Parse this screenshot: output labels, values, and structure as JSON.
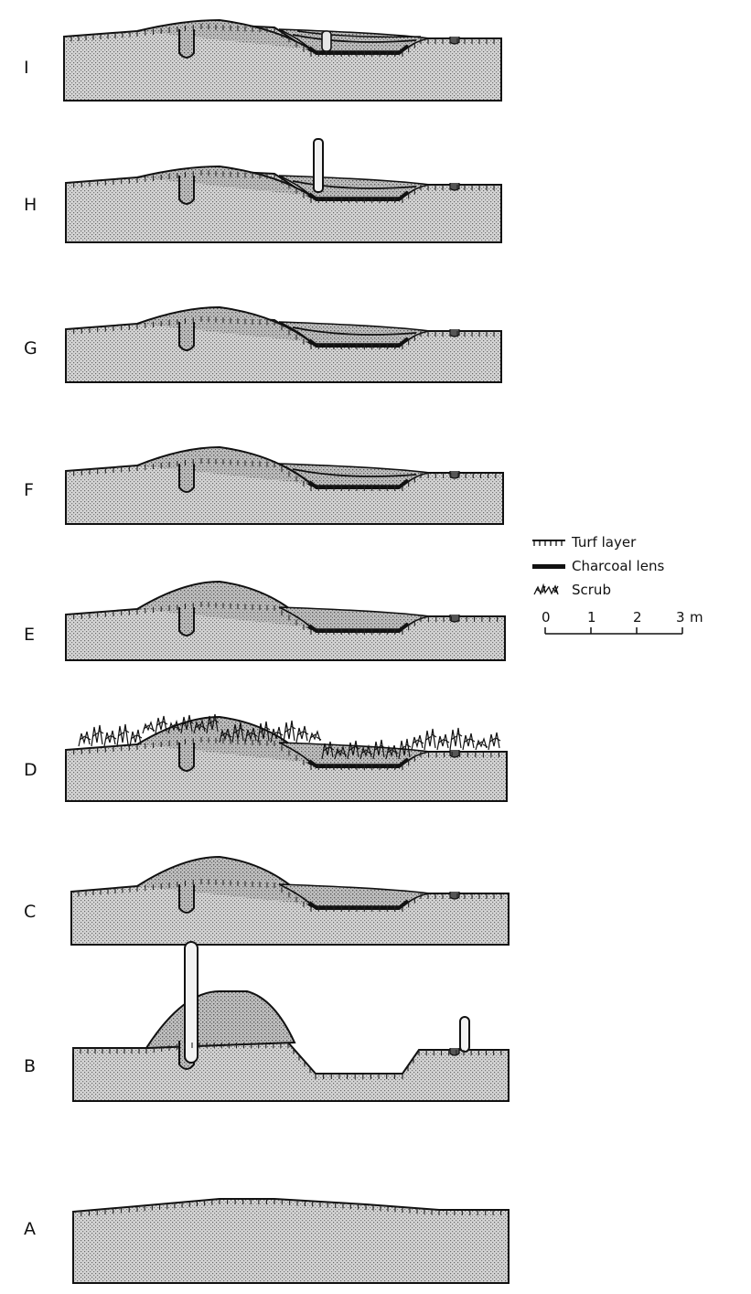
{
  "phases": [
    {
      "id": "I",
      "label": "I",
      "turf": true,
      "charcoal": true,
      "pit_fill": "three_layers",
      "post_small": true,
      "scrub": false
    },
    {
      "id": "H",
      "label": "H",
      "turf": true,
      "charcoal": true,
      "pit_fill": "two_layers",
      "post_tall": true,
      "scrub": false
    },
    {
      "id": "G",
      "label": "G",
      "turf": true,
      "charcoal": true,
      "pit_fill": "two_layers",
      "scrub": false
    },
    {
      "id": "F",
      "label": "F",
      "turf": true,
      "charcoal": true,
      "pit_fill": "two_layers",
      "scrub": false
    },
    {
      "id": "E",
      "label": "E",
      "turf": true,
      "charcoal": true,
      "pit_fill": "one_layer",
      "scrub": false
    },
    {
      "id": "D",
      "label": "D",
      "turf": false,
      "charcoal": true,
      "pit_fill": "one_layer",
      "scrub": true
    },
    {
      "id": "C",
      "label": "C",
      "turf": true,
      "charcoal": true,
      "pit_fill": "one_layer",
      "scrub": false
    },
    {
      "id": "B",
      "label": "B",
      "turf": false,
      "charcoal": false,
      "pit_fill": "open",
      "bank_fresh": true,
      "posts_standing": true,
      "scrub": false
    },
    {
      "id": "A",
      "label": "A",
      "turf": true,
      "charcoal": false,
      "pit_fill": "none",
      "scrub": false
    }
  ],
  "legend": {
    "items": [
      {
        "icon": "turf-layer-icon",
        "label": "Turf layer"
      },
      {
        "icon": "charcoal-lens-icon",
        "label": "Charcoal lens"
      },
      {
        "icon": "scrub-icon",
        "label": "Scrub"
      }
    ],
    "scale": {
      "ticks": [
        "0",
        "1",
        "2",
        "3"
      ],
      "unit": "m"
    }
  },
  "colors": {
    "ink": "#111111",
    "soil": "#c9c9c9",
    "stipple": "#7a7a7a",
    "fill": "#b0b0b0"
  }
}
